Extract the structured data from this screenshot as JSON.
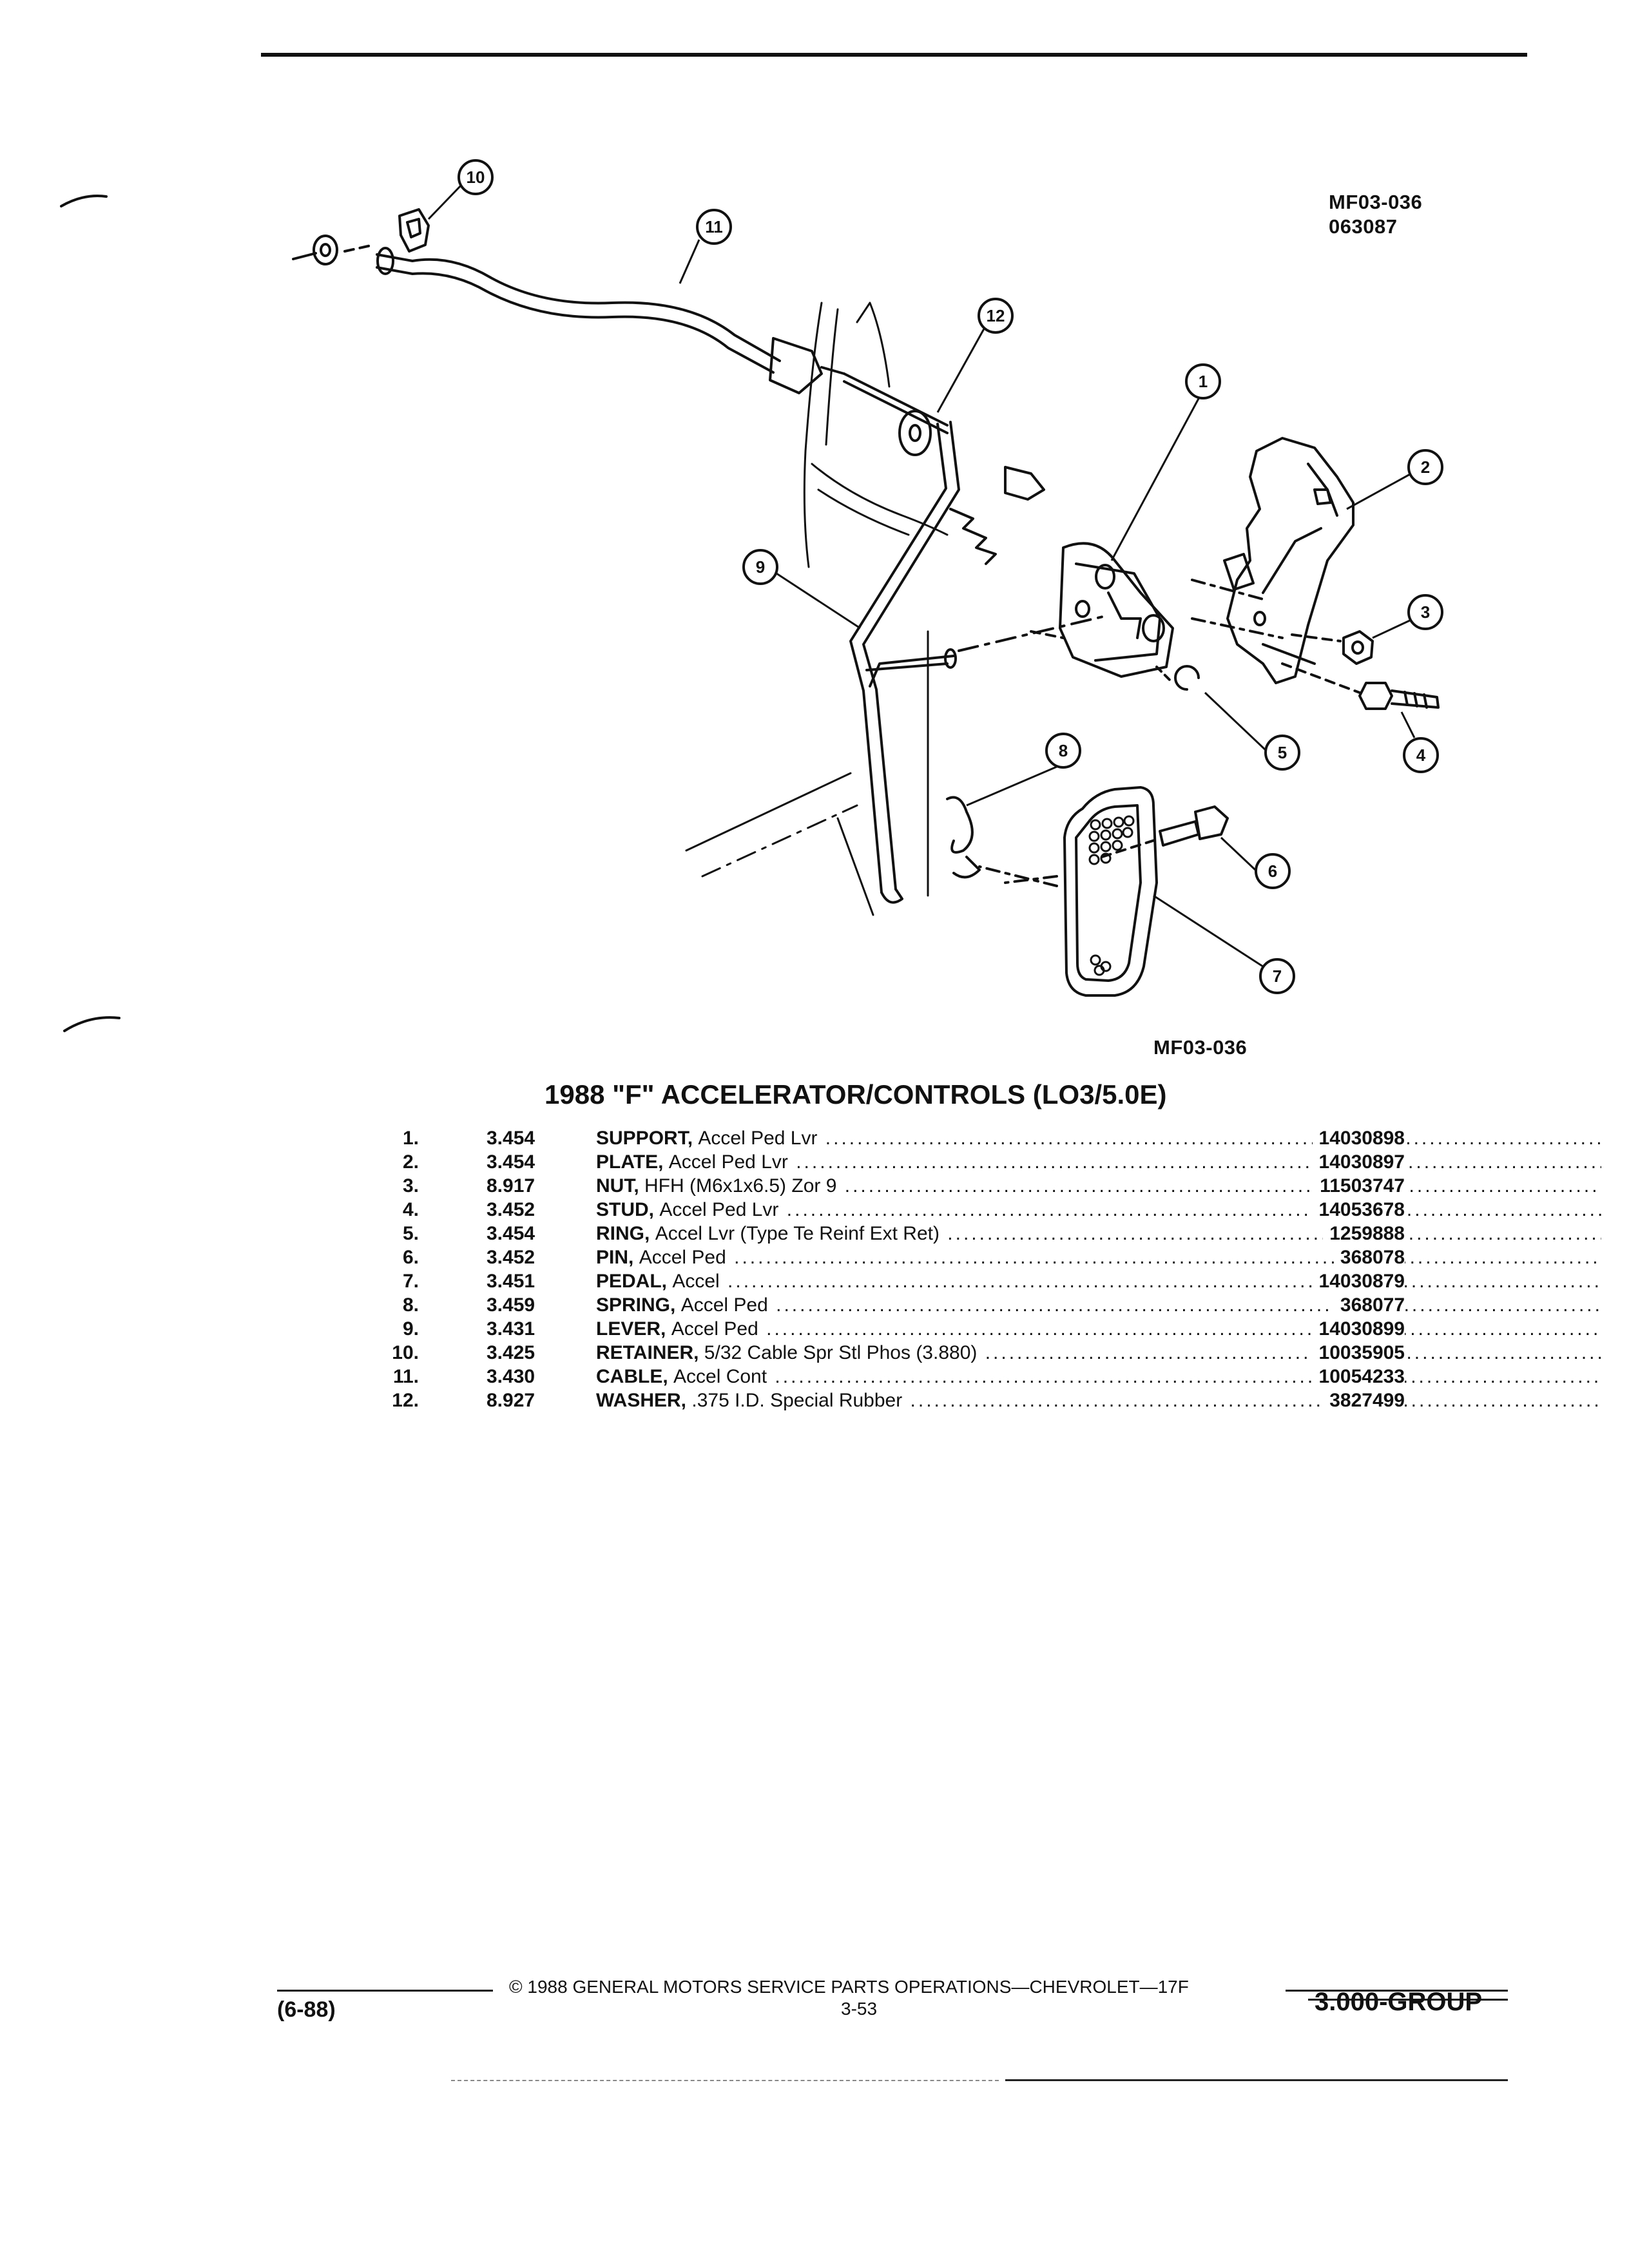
{
  "diagram": {
    "code_top": "MF03-036",
    "date_code": "063087",
    "code_bottom": "MF03-036",
    "callouts": [
      "1",
      "2",
      "3",
      "4",
      "5",
      "6",
      "7",
      "8",
      "9",
      "10",
      "11",
      "12"
    ]
  },
  "section_title": "1988 \"F\" ACCELERATOR/CONTROLS (LO3/5.0E)",
  "parts": [
    {
      "num": "1.",
      "group": "3.454",
      "name": "SUPPORT,",
      "desc": "Accel Ped Lvr",
      "part": "14030898"
    },
    {
      "num": "2.",
      "group": "3.454",
      "name": "PLATE,",
      "desc": "Accel Ped Lvr",
      "part": "14030897"
    },
    {
      "num": "3.",
      "group": "8.917",
      "name": "NUT,",
      "desc": "HFH (M6x1x6.5) Zor 9",
      "part": "11503747"
    },
    {
      "num": "4.",
      "group": "3.452",
      "name": "STUD,",
      "desc": "Accel Ped Lvr",
      "part": "14053678"
    },
    {
      "num": "5.",
      "group": "3.454",
      "name": "RING,",
      "desc": "Accel Lvr (Type Te Reinf Ext Ret)",
      "part": "1259888"
    },
    {
      "num": "6.",
      "group": "3.452",
      "name": "PIN,",
      "desc": "Accel Ped",
      "part": "368078"
    },
    {
      "num": "7.",
      "group": "3.451",
      "name": "PEDAL,",
      "desc": "Accel",
      "part": "14030879"
    },
    {
      "num": "8.",
      "group": "3.459",
      "name": "SPRING,",
      "desc": "Accel Ped",
      "part": "368077"
    },
    {
      "num": "9.",
      "group": "3.431",
      "name": "LEVER,",
      "desc": "Accel Ped",
      "part": "14030899"
    },
    {
      "num": "10.",
      "group": "3.425",
      "name": "RETAINER,",
      "desc": "5/32 Cable Spr Stl Phos (3.880)",
      "part": "10035905"
    },
    {
      "num": "11.",
      "group": "3.430",
      "name": "CABLE,",
      "desc": "Accel Cont",
      "part": "10054233"
    },
    {
      "num": "12.",
      "group": "8.927",
      "name": "WASHER,",
      "desc": ".375 I.D. Special Rubber",
      "part": "3827499"
    }
  ],
  "footer": {
    "copyright": "© 1988 GENERAL MOTORS SERVICE PARTS OPERATIONS—CHEVROLET—17F",
    "page_number": "3-53",
    "date": "(6-88)",
    "group": "3.000-GROUP"
  }
}
